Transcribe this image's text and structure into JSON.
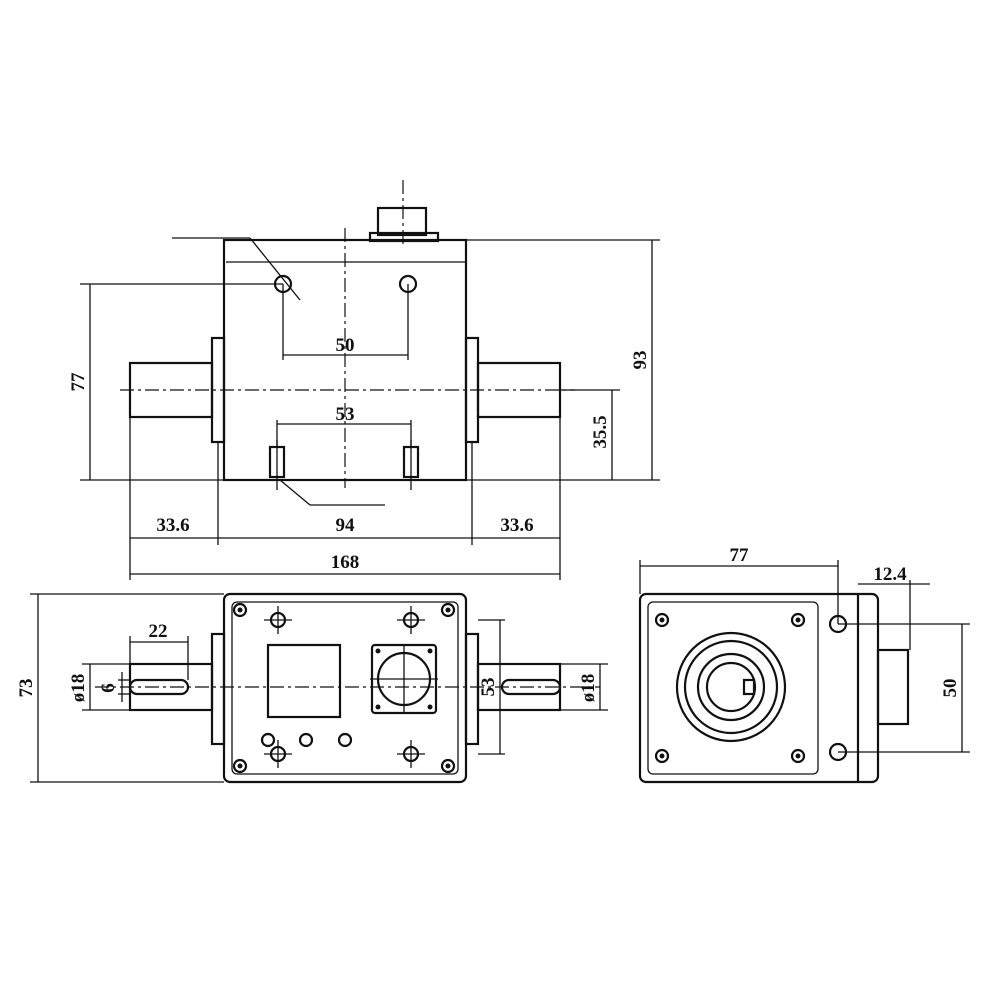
{
  "drawing": {
    "front_view": {
      "dim_height_left": "77",
      "dim_height_total": "93",
      "dim_hole_spacing_top": "50",
      "dim_hole_spacing_bottom": "53",
      "dim_shaft_center_height": "35.5",
      "dim_shaft_left": "33.6",
      "dim_body_width": "94",
      "dim_shaft_right": "33.6",
      "dim_total_length": "168"
    },
    "top_view": {
      "dim_height": "73",
      "dim_key_length": "22",
      "dim_shaft_dia_left": "ø18",
      "dim_key_width": "6",
      "dim_hole_spacing": "53",
      "dim_shaft_dia_right": "ø18"
    },
    "side_view": {
      "dim_width": "77",
      "dim_flange": "12.4",
      "dim_hole_spacing": "50"
    }
  }
}
